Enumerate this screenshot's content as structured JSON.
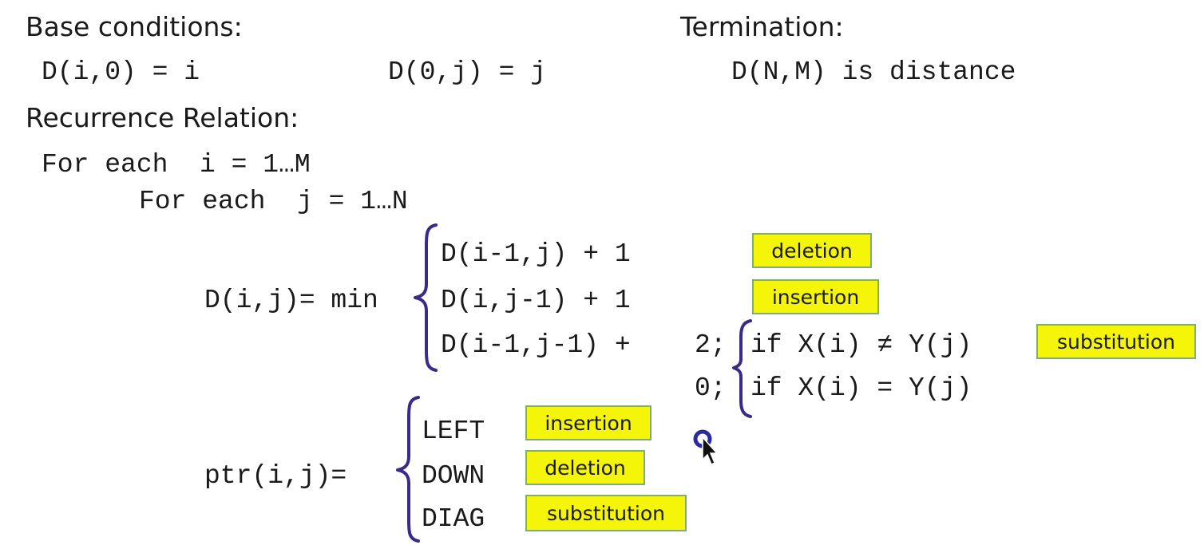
{
  "headings": {
    "base_conditions": "Base conditions:",
    "termination": "Termination:",
    "recurrence": "Recurrence Relation:"
  },
  "base": {
    "left": "D(i,0) = i",
    "right": "D(0,j) = j"
  },
  "termination_expr": "D(N,M) is distance",
  "loops": {
    "outer": "For each  i = 1…M",
    "inner": "For each  j = 1…N"
  },
  "recurrence": {
    "lhs": "D(i,j)= min",
    "cases": [
      {
        "expr": "D(i-1,j) + 1",
        "tag": "deletion"
      },
      {
        "expr": "D(i,j-1) + 1",
        "tag": "insertion"
      },
      {
        "expr": "D(i-1,j-1) +",
        "tag": "substitution"
      }
    ],
    "sub_cases": [
      {
        "value": "2;",
        "cond": "if X(i) ≠ Y(j)"
      },
      {
        "value": "0;",
        "cond": "if X(i) = Y(j)"
      }
    ]
  },
  "pointer": {
    "lhs": "ptr(i,j)=",
    "cases": [
      {
        "dir": "LEFT",
        "tag": "insertion"
      },
      {
        "dir": "DOWN",
        "tag": "deletion"
      },
      {
        "dir": "DIAG",
        "tag": "substitution"
      }
    ]
  },
  "colors": {
    "tag_fill": "#f5f50a",
    "tag_border": "#7fae6f",
    "brace": "#3b2a8a",
    "cursor_dot": "#2a2aa0"
  }
}
